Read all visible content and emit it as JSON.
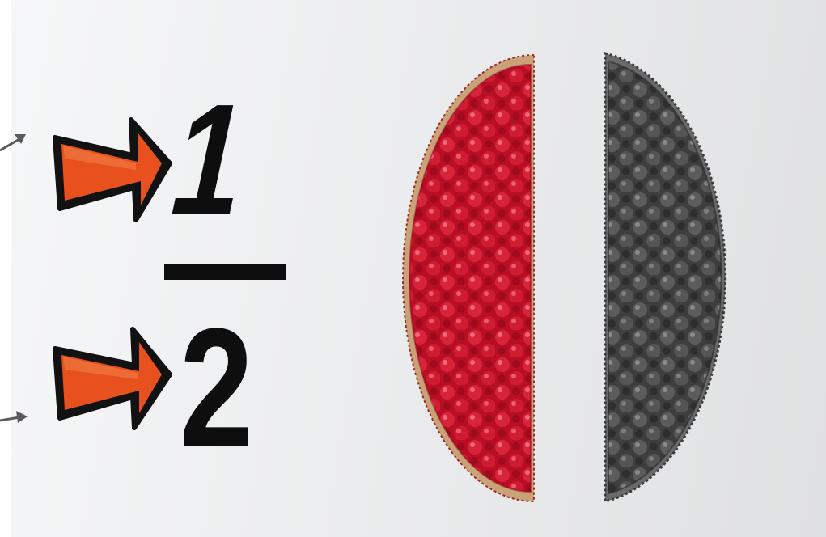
{
  "fraction": {
    "numerator": "1",
    "denominator": "2"
  },
  "icons": {
    "numerator_arrow": "right-arrow-icon",
    "denominator_arrow": "right-arrow-icon",
    "numerator_pointer": "pointer-arrow-icon",
    "denominator_pointer": "pointer-arrow-icon",
    "pie": "tart-icon"
  },
  "colors": {
    "arrow_fill": "#e8501e",
    "arrow_outline": "#121212",
    "digit": "#0e0e0e",
    "shaded_half": "#c0122a",
    "unshaded_half": "#4a4a4a"
  },
  "pie": {
    "parts_total": 2,
    "parts_shaded": 1
  }
}
